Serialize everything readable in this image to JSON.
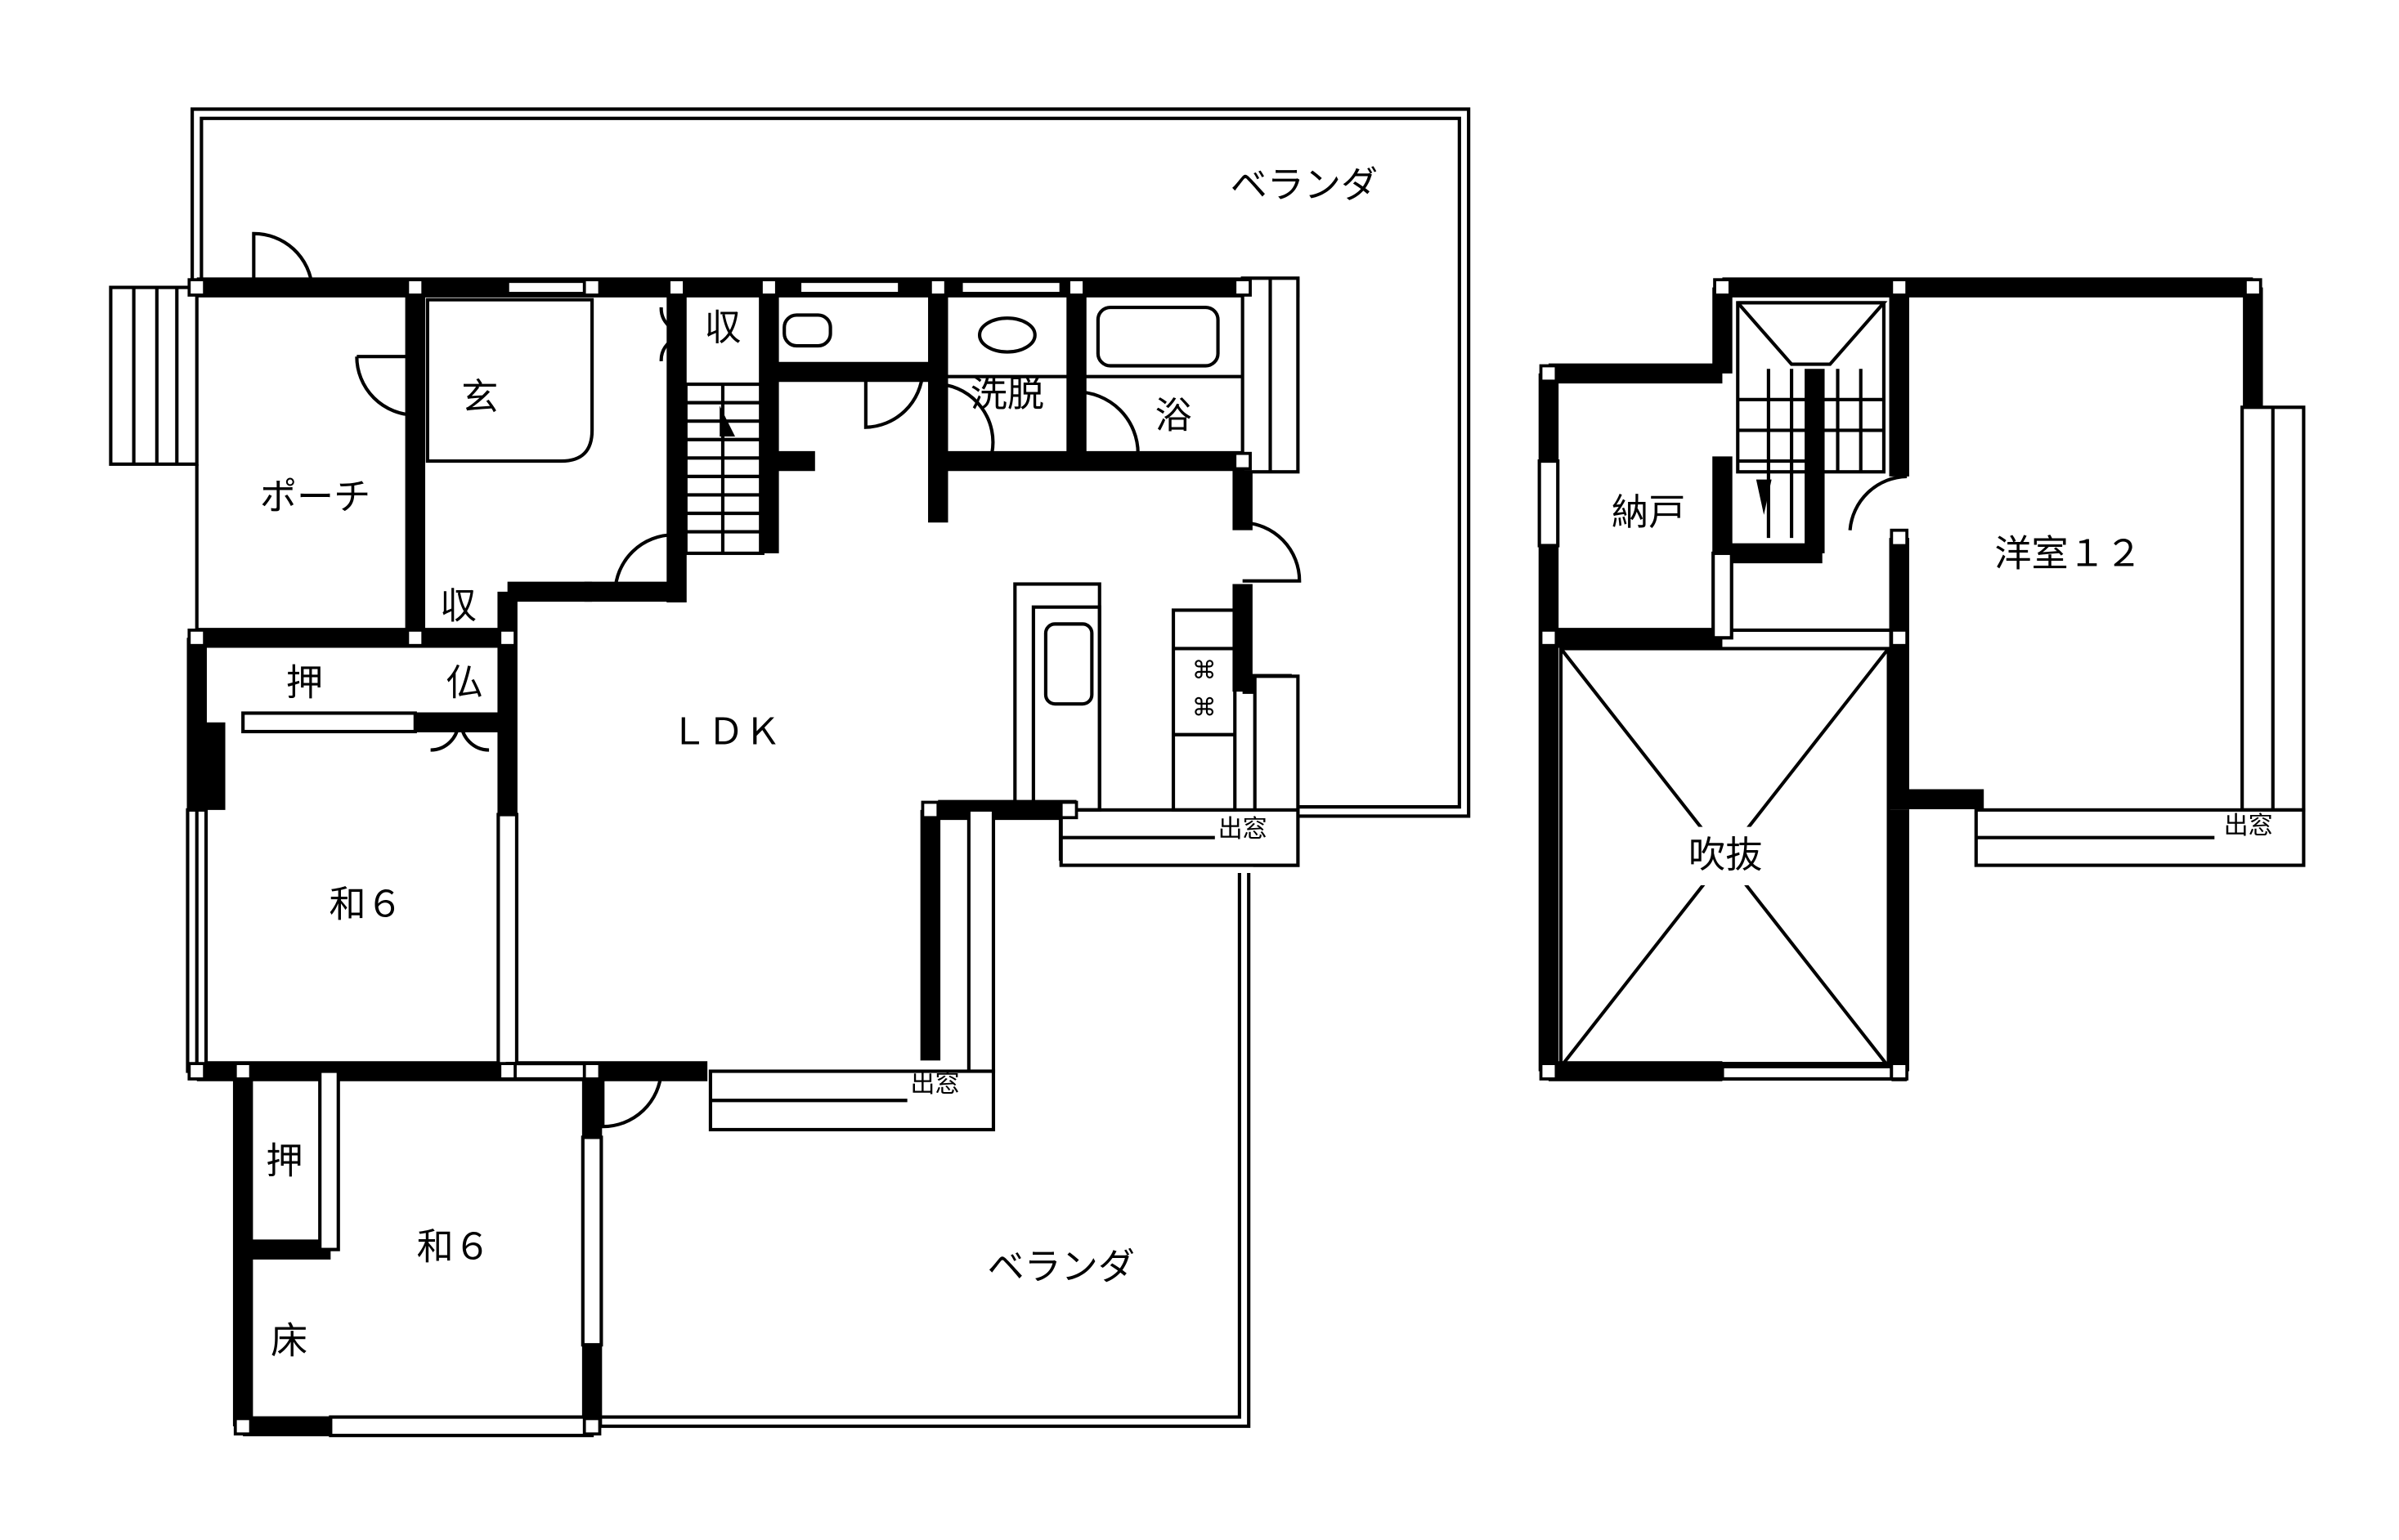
{
  "floor1": {
    "veranda_top": "ベランダ",
    "storage_1": "収",
    "washroom": "洗脱",
    "bath": "浴",
    "entrance": "玄",
    "porch": "ポーチ",
    "storage_2": "収",
    "closet_1": "押",
    "altar": "仏",
    "ldk": "ＬＤＫ",
    "japanese_room_1": "和６",
    "closet_2": "押",
    "japanese_room_2": "和６",
    "tokonoma": "床",
    "veranda_bottom": "ベランダ",
    "bay_window_kitchen": "出窓",
    "bay_window_ldk": "出窓"
  },
  "floor2": {
    "storeroom": "納戸",
    "western_room": "洋室１２",
    "atrium": "吹抜",
    "bay_window": "出窓"
  },
  "colors": {
    "line": "#000000",
    "background": "#ffffff"
  }
}
